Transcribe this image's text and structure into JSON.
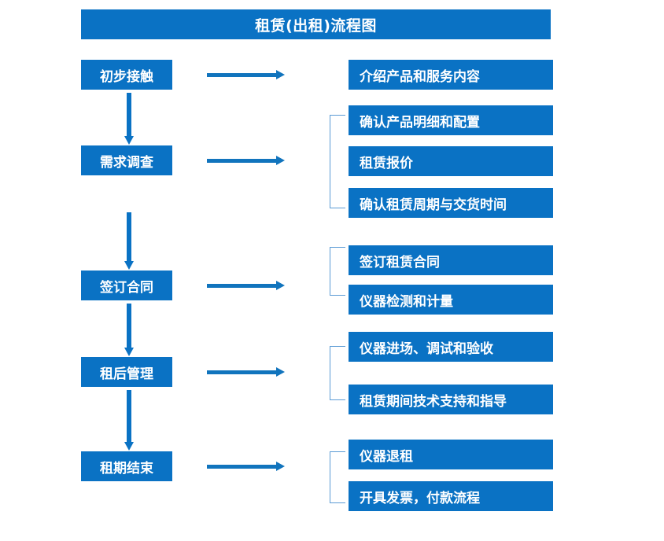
{
  "diagram": {
    "title": "租赁(出租)流程图",
    "colors": {
      "box_fill": "#0a72c4",
      "box_text": "#ffffff",
      "arrow": "#1174bd",
      "bracket": "#5b9bd5",
      "background": "#ffffff"
    },
    "stages": [
      {
        "name": "初步接触",
        "details": [
          "介绍产品和服务内容"
        ]
      },
      {
        "name": "需求调查",
        "details": [
          "确认产品明细和配置",
          "租赁报价",
          "确认租赁周期与交货时间"
        ]
      },
      {
        "name": "签订合同",
        "details": [
          "签订租赁合同",
          "仪器检测和计量"
        ]
      },
      {
        "name": "租后管理",
        "details": [
          "仪器进场、调试和验收",
          "租赁期间技术支持和指导"
        ]
      },
      {
        "name": "租期结束",
        "details": [
          "仪器退租",
          "开具发票，付款流程"
        ]
      }
    ]
  }
}
